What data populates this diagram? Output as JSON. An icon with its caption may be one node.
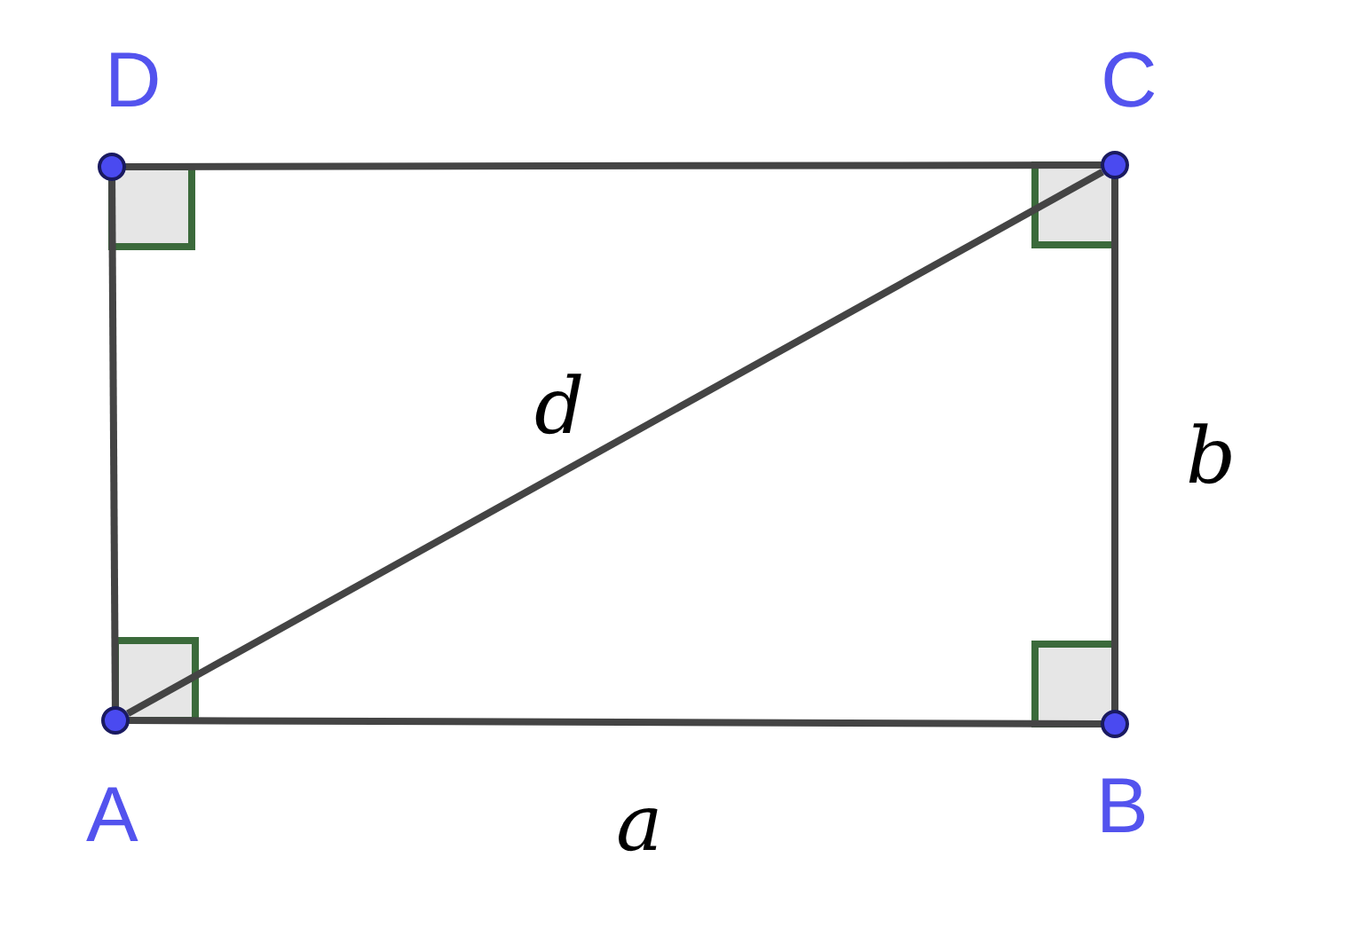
{
  "diagram": {
    "nodes": [
      {
        "text": [
          "D"
        ]
      },
      {
        "text": [
          "C"
        ]
      },
      {
        "text": [
          "A"
        ]
      },
      {
        "text": [
          "B"
        ]
      }
    ],
    "edges": [
      {
        "from": 0,
        "to": 1,
        "arrow": "none"
      },
      {
        "from": 1,
        "to": 3,
        "arrow": "none",
        "label": "b"
      },
      {
        "from": 2,
        "to": 3,
        "arrow": "none",
        "label": "a"
      },
      {
        "from": 0,
        "to": 2,
        "arrow": "none"
      },
      {
        "from": 2,
        "to": 1,
        "arrow": "none",
        "label": "d"
      }
    ]
  }
}
